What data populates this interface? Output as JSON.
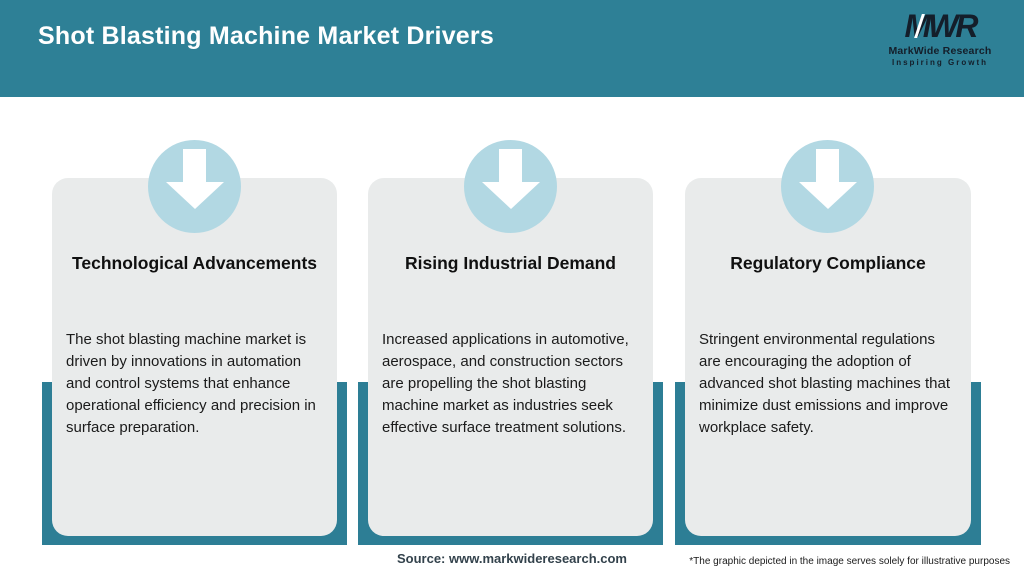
{
  "header": {
    "title": "Shot Blasting Machine Market Drivers",
    "logo": {
      "mark": "MWR",
      "name": "MarkWide Research",
      "tagline": "Inspiring Growth"
    }
  },
  "cards": [
    {
      "icon": "arrow-down-icon",
      "title": "Technological Advancements",
      "body": "The shot blasting machine market is driven by innovations in automation and control systems that enhance operational efficiency and precision in surface preparation."
    },
    {
      "icon": "arrow-down-icon",
      "title": "Rising Industrial Demand",
      "body": "Increased applications in automotive, aerospace, and construction sectors are propelling the shot blasting machine market as industries seek effective surface treatment solutions."
    },
    {
      "icon": "arrow-down-icon",
      "title": "Regulatory Compliance",
      "body": "Stringent environmental regulations are encouraging the adoption of advanced shot blasting machines that minimize dust emissions and improve workplace safety."
    }
  ],
  "footer": {
    "source": "Source: www.markwideresearch.com",
    "disclaimer": "*The graphic depicted in the image serves solely for illustrative purposes"
  },
  "colors": {
    "header_teal": "#2e8096",
    "band_teal": "#2d7e95",
    "card_gray": "#e9ebeb",
    "icon_circle_blue": "#b2d8e3",
    "arrow_white": "#ffffff",
    "title_text_white": "#ffffff",
    "body_text_black": "#1b1b1b",
    "logo_dark": "#141e2a",
    "source_text": "#33424c"
  }
}
